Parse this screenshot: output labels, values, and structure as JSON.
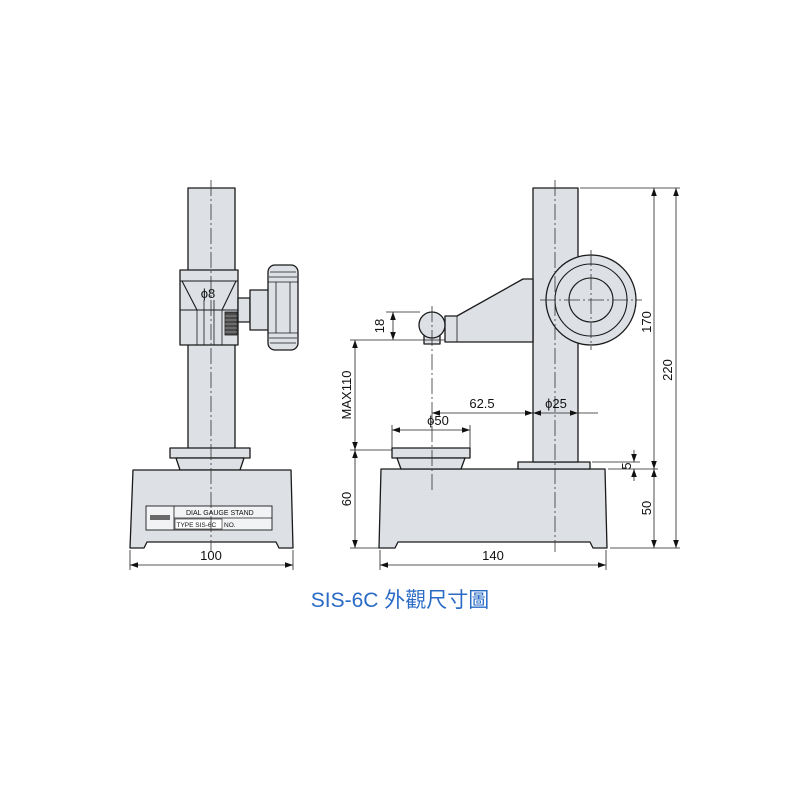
{
  "caption": "SIS-6C 外觀尺寸圖",
  "colors": {
    "caption": "#2a6bc6",
    "part_fill": "#dde0e5",
    "outline": "#1a1a1a"
  },
  "front_view": {
    "bore_label": "ϕ8",
    "name_plate": {
      "title": "DIAL GAUGE STAND",
      "type": "TYPE SIS-6C",
      "number": "NO."
    },
    "width_label": "100"
  },
  "side_view": {
    "stem_label": "18",
    "max_height_label": "MAX110",
    "base_height_label": "60",
    "offset_label": "62.5",
    "column_diameter_label": "ϕ25",
    "table_diameter_label": "ϕ50",
    "flange_label": "5",
    "column_height_label": "170",
    "overall_height_label": "220",
    "base_label": "50",
    "length_label": "140"
  }
}
